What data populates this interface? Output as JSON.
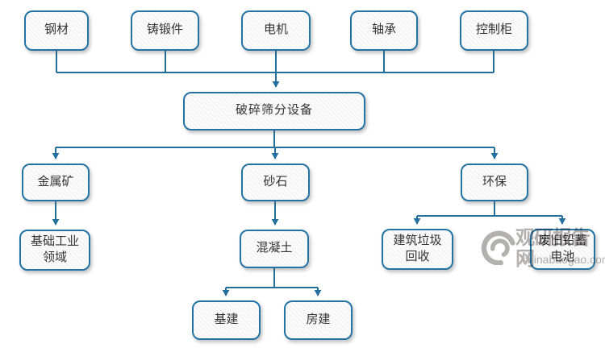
{
  "diagram": {
    "root": {
      "label": "破碎筛分设备"
    },
    "suppliers": [
      {
        "label": "钢材"
      },
      {
        "label": "铸锻件"
      },
      {
        "label": "电机"
      },
      {
        "label": "轴承"
      },
      {
        "label": "控制柜"
      }
    ],
    "downstream": [
      {
        "label": "金属矿"
      },
      {
        "label": "砂石"
      },
      {
        "label": "环保"
      }
    ],
    "applications": [
      {
        "label": "基础工业\n领域"
      },
      {
        "label": "混凝土"
      },
      {
        "label": "建筑垃圾\n回收"
      },
      {
        "label": "废旧铅蓄\n电池"
      }
    ],
    "end_uses": [
      {
        "label": "基建"
      },
      {
        "label": "房建"
      }
    ]
  },
  "watermark": {
    "logo_icon": "swirl-logo",
    "site_name": "观研报告网",
    "site_url": "chinabaogao.com"
  },
  "colors": {
    "line": "#226f9e",
    "node_border": "#2374a5",
    "node_fill": "#fbfbfb",
    "text": "#333333",
    "watermark_gray": "#b3b0b0"
  }
}
